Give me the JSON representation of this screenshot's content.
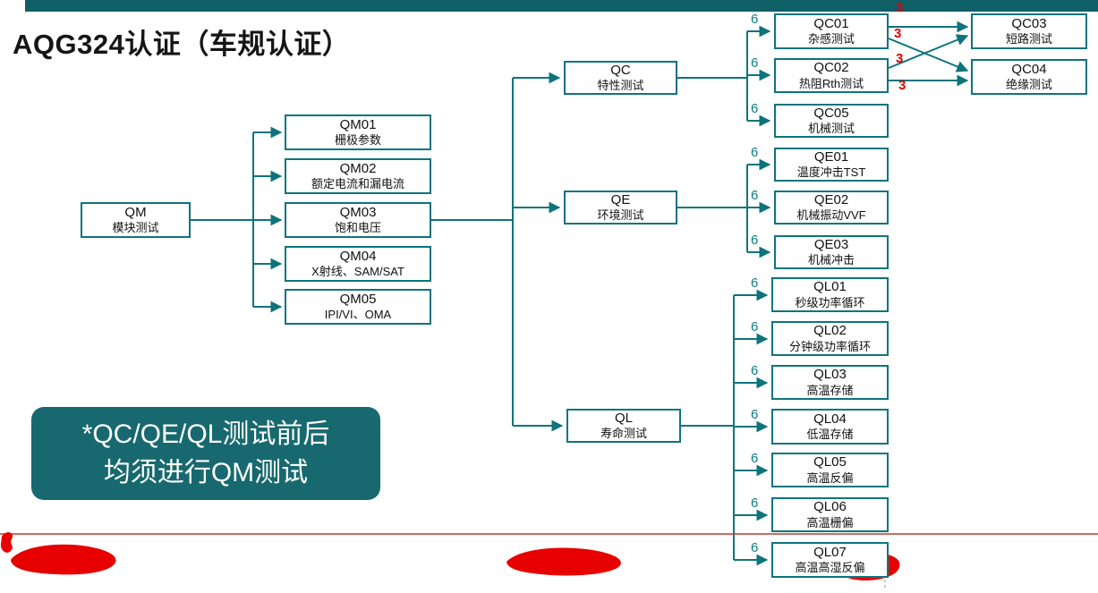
{
  "slide": {
    "title": "AQG324认证（车规认证）",
    "note": {
      "line1": "*QC/QE/QL测试前后",
      "line2": "均须进行QM测试"
    }
  },
  "edge_labels": {
    "six": "6",
    "three": "3"
  },
  "colors": {
    "teal_accent": "#0E747B",
    "top_bar": "#0F5F66",
    "note_bg": "#17696F",
    "red_label": "#E00000",
    "red_marker": "#E60000"
  },
  "nodes": [
    {
      "id": "QM",
      "code": "QM",
      "label": "模块测试"
    },
    {
      "id": "QM01",
      "code": "QM01",
      "label": "栅极参数"
    },
    {
      "id": "QM02",
      "code": "QM02",
      "label": "额定电流和漏电流"
    },
    {
      "id": "QM03",
      "code": "QM03",
      "label": "饱和电压"
    },
    {
      "id": "QM04",
      "code": "QM04",
      "label": "X射线、SAM/SAT"
    },
    {
      "id": "QM05",
      "code": "QM05",
      "label": "IPI/VI、OMA"
    },
    {
      "id": "QC",
      "code": "QC",
      "label": "特性测试"
    },
    {
      "id": "QE",
      "code": "QE",
      "label": "环境测试"
    },
    {
      "id": "QL",
      "code": "QL",
      "label": "寿命测试"
    },
    {
      "id": "QC01",
      "code": "QC01",
      "label": "杂感测试"
    },
    {
      "id": "QC02",
      "code": "QC02",
      "label": "热阻Rth测试"
    },
    {
      "id": "QC05",
      "code": "QC05",
      "label": "机械测试"
    },
    {
      "id": "QC03",
      "code": "QC03",
      "label": "短路测试"
    },
    {
      "id": "QC04",
      "code": "QC04",
      "label": "绝缘测试"
    },
    {
      "id": "QE01",
      "code": "QE01",
      "label": "温度冲击TST"
    },
    {
      "id": "QE02",
      "code": "QE02",
      "label": "机械振动VVF"
    },
    {
      "id": "QE03",
      "code": "QE03",
      "label": "机械冲击"
    },
    {
      "id": "QL01",
      "code": "QL01",
      "label": "秒级功率循环"
    },
    {
      "id": "QL02",
      "code": "QL02",
      "label": "分钟级功率循环"
    },
    {
      "id": "QL03",
      "code": "QL03",
      "label": "高温存储"
    },
    {
      "id": "QL04",
      "code": "QL04",
      "label": "低温存储"
    },
    {
      "id": "QL05",
      "code": "QL05",
      "label": "高温反偏"
    },
    {
      "id": "QL06",
      "code": "QL06",
      "label": "高温栅偏"
    },
    {
      "id": "QL07",
      "code": "QL07",
      "label": "高温高湿反偏"
    }
  ]
}
